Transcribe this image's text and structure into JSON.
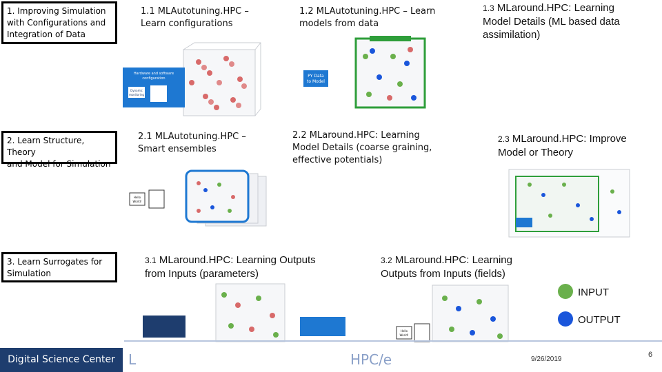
{
  "left_labels": {
    "l1": [
      "1. Improving Simulation",
      "with Configurations and",
      "Integration of Data"
    ],
    "l2": [
      "2. Learn Structure, Theory",
      "and Model for Simulation"
    ],
    "l3": [
      "3. Learn Surrogates for",
      "Simulation"
    ]
  },
  "captions": {
    "c11": [
      "1.1 MLAutotuning.HPC –",
      "Learn configurations"
    ],
    "c12": [
      "1.2 MLAutotuning.HPC – Learn",
      "models from data"
    ],
    "c13_num": "1.3",
    "c13": [
      "MLaround.HPC: Learning",
      "Model Details (ML based data",
      "assimilation)"
    ],
    "c21": [
      "2.1 MLAutotuning.HPC –",
      "Smart ensembles"
    ],
    "c22": [
      "2.2 MLaround.HPC: Learning",
      "Model Details (coarse graining,",
      "effective potentials)"
    ],
    "c23_num": "2.3",
    "c23": [
      "MLaround.HPC: Improve",
      "Model or Theory"
    ],
    "c31_num": "3.1",
    "c31": [
      "MLaround.HPC: Learning Outputs",
      "from Inputs (parameters)"
    ],
    "c32_num": "3.2",
    "c32": [
      "MLaround.HPC: Learning",
      "Outputs from Inputs (fields)"
    ]
  },
  "legend": {
    "input_label": "INPUT",
    "output_label": "OUTPUT",
    "input_color": "#6ab04c",
    "output_color": "#1a56db"
  },
  "footer": {
    "org": "Digital Science Center",
    "frag_left": "L",
    "frag_right": "HPC/e",
    "date": "9/26/2019",
    "page": "6"
  },
  "panels": {
    "p11_box": [
      "Hardware and software",
      "configuration"
    ],
    "p11_box2": [
      "Dynamic",
      "monitoring"
    ],
    "p12_box": [
      "PY Data",
      "to Model"
    ],
    "p21_box": [
      "Hello",
      "World!"
    ],
    "p32_box": [
      "Hello",
      "World!"
    ]
  },
  "colors": {
    "accent_blue": "#1e78d2",
    "accent_green": "#2e9e3a",
    "footer_navy": "#1e3d6e"
  }
}
